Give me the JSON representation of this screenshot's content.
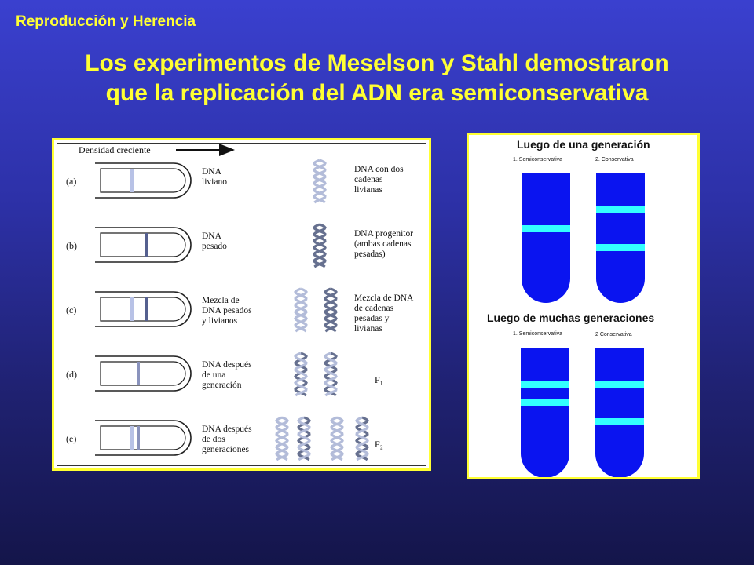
{
  "header": {
    "section_title": "Reproducción y Herencia",
    "headline_line1": "Los experimentos de Meselson y Stahl demostraron",
    "headline_line2": "que la replicación del ADN era semiconservativa"
  },
  "left_diagram": {
    "density_label": "Densidad creciente",
    "rows": [
      {
        "id": "(a)",
        "tube_text": [
          "DNA",
          "liviano"
        ],
        "dna_text": [
          "DNA con dos",
          "cadenas",
          "livianas"
        ],
        "bands": [
          "light"
        ],
        "helices": [
          "light"
        ],
        "f_label": ""
      },
      {
        "id": "(b)",
        "tube_text": [
          "DNA",
          "pesado"
        ],
        "dna_text": [
          "DNA progenitor",
          "(ambas cadenas",
          "pesadas)"
        ],
        "bands": [
          "heavy"
        ],
        "helices": [
          "heavy"
        ],
        "f_label": ""
      },
      {
        "id": "(c)",
        "tube_text": [
          "Mezcla de",
          "DNA pesados",
          "y livianos"
        ],
        "dna_text": [
          "Mezcla de DNA",
          "de cadenas",
          "pesadas y",
          "livianas"
        ],
        "bands": [
          "light",
          "heavy"
        ],
        "helices": [
          "light",
          "heavy"
        ],
        "f_label": ""
      },
      {
        "id": "(d)",
        "tube_text": [
          "DNA después",
          "de una",
          "generación"
        ],
        "dna_text": [],
        "bands": [
          "hybrid"
        ],
        "helices": [
          "hybrid",
          "hybrid"
        ],
        "f_label": "F₁"
      },
      {
        "id": "(e)",
        "tube_text": [
          "DNA después",
          "de dos",
          "generaciones"
        ],
        "dna_text": [],
        "bands": [
          "light",
          "hybrid"
        ],
        "helices": [
          "light",
          "hybrid",
          "light",
          "hybrid"
        ],
        "f_label": "F₂"
      }
    ]
  },
  "right_diagram": {
    "top_title": "Luego de una generación",
    "bottom_title": "Luego de muchas generaciones",
    "top_labels": [
      "1. Semiconservativa",
      "2. Conservativa"
    ],
    "bottom_labels": [
      "1. Semiconservativa",
      "2 Conservativa"
    ],
    "colors": {
      "tube": "#0a14f0",
      "band": "#33ffff"
    }
  }
}
